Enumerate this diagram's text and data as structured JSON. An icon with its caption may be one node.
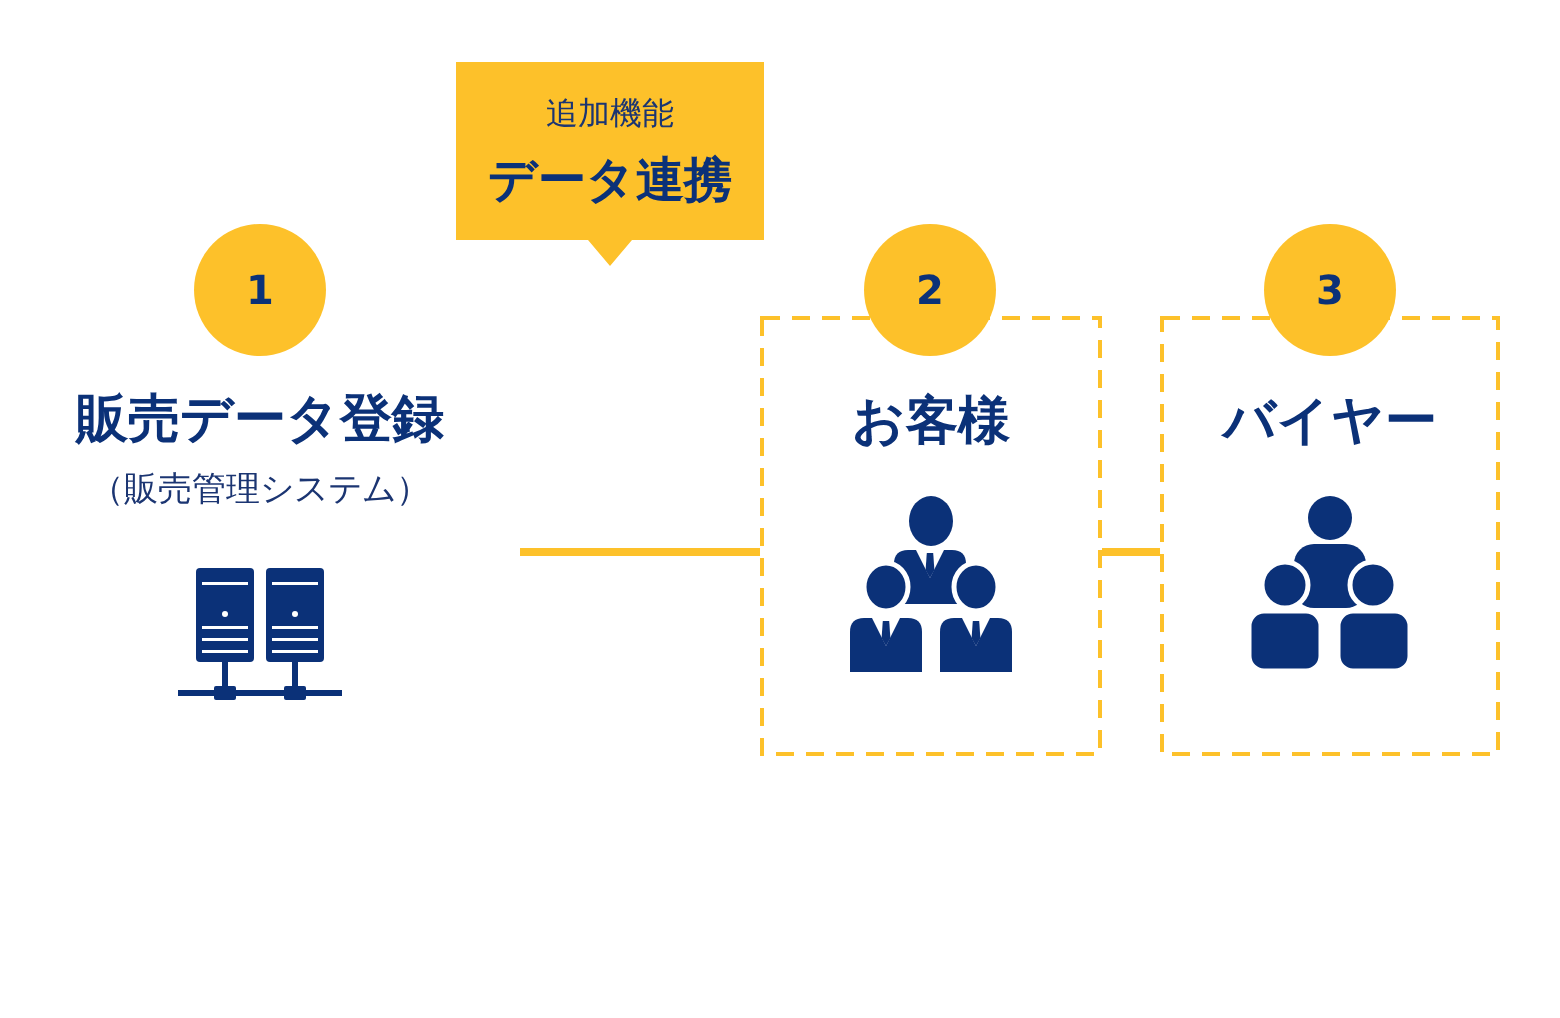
{
  "diagram": {
    "nodes": [
      {
        "text": [
          "追加機能",
          "データ連携"
        ]
      },
      {
        "text": [
          "1"
        ]
      },
      {
        "text": [
          "2"
        ]
      },
      {
        "text": [
          "3"
        ]
      },
      {
        "text": [
          "販売データ登録",
          "（販売管理システム）"
        ]
      },
      {
        "text": [
          "お客様"
        ]
      },
      {
        "text": [
          "バイヤー"
        ]
      }
    ],
    "edges": [
      {
        "from": 4,
        "to": 5,
        "arrow": "none"
      },
      {
        "from": 5,
        "to": 6,
        "arrow": "none"
      }
    ]
  }
}
